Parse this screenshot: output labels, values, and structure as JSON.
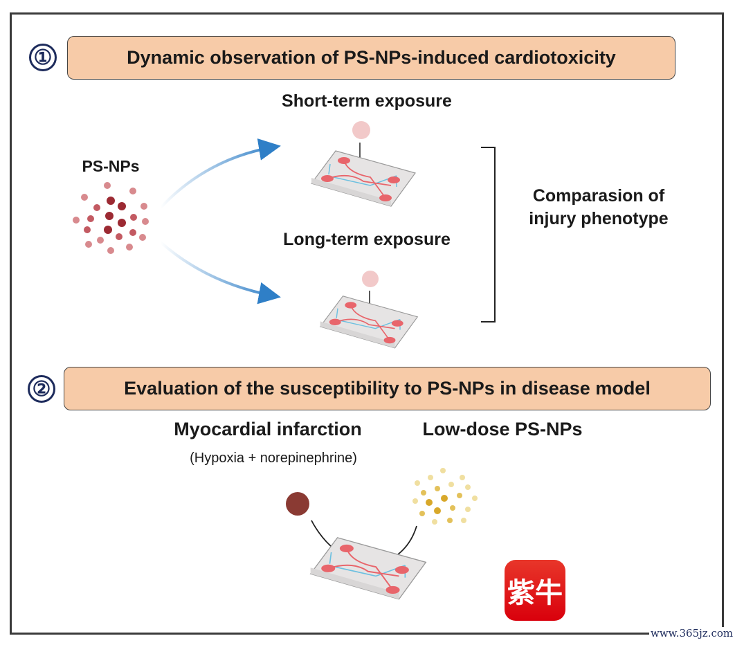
{
  "section1": {
    "number": "①",
    "title": "Dynamic observation of PS-NPs-induced cardiotoxicity",
    "particles_label": "PS-NPs",
    "short_term_label": "Short-term exposure",
    "long_term_label": "Long-term exposure",
    "comparison_line1": "Comparasion of",
    "comparison_line2": "injury phenotype"
  },
  "section2": {
    "number": "②",
    "title": "Evaluation of the susceptibility to PS-NPs in disease model",
    "model_label": "Myocardial infarction",
    "model_sub": "(Hypoxia + norepinephrine)",
    "dose_label": "Low-dose PS-NPs"
  },
  "logo_text": "紫牛",
  "watermark": "www.365jz.com",
  "colors": {
    "header_fill": "#f7cba8",
    "number": "#1d2b5c",
    "arrow_blue": "#2f7fc7",
    "chip_red": "#e8656b",
    "chip_blue": "#6cc0e0"
  }
}
